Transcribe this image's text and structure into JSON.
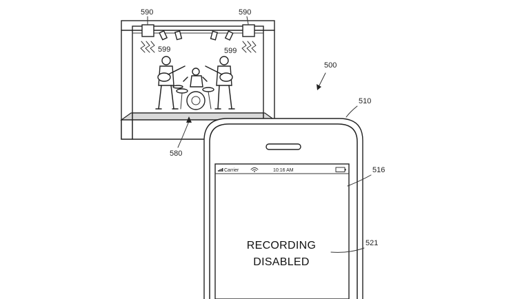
{
  "figure": {
    "ref_500": "500",
    "ref_510": "510",
    "ref_516": "516",
    "ref_521": "521",
    "ref_580": "580",
    "ref_590_left": "590",
    "ref_590_right": "590",
    "ref_599_left": "599",
    "ref_599_right": "599"
  },
  "phone": {
    "status_bar": {
      "carrier": "Carrier",
      "time": "10:16 AM",
      "icons": [
        "signal-bars-icon",
        "wifi-icon",
        "battery-icon"
      ]
    },
    "message_line1": "RECORDING",
    "message_line2": "DISABLED"
  },
  "colors": {
    "line": "#222222",
    "background": "#ffffff",
    "stage_fill": "#d9d9d9"
  }
}
